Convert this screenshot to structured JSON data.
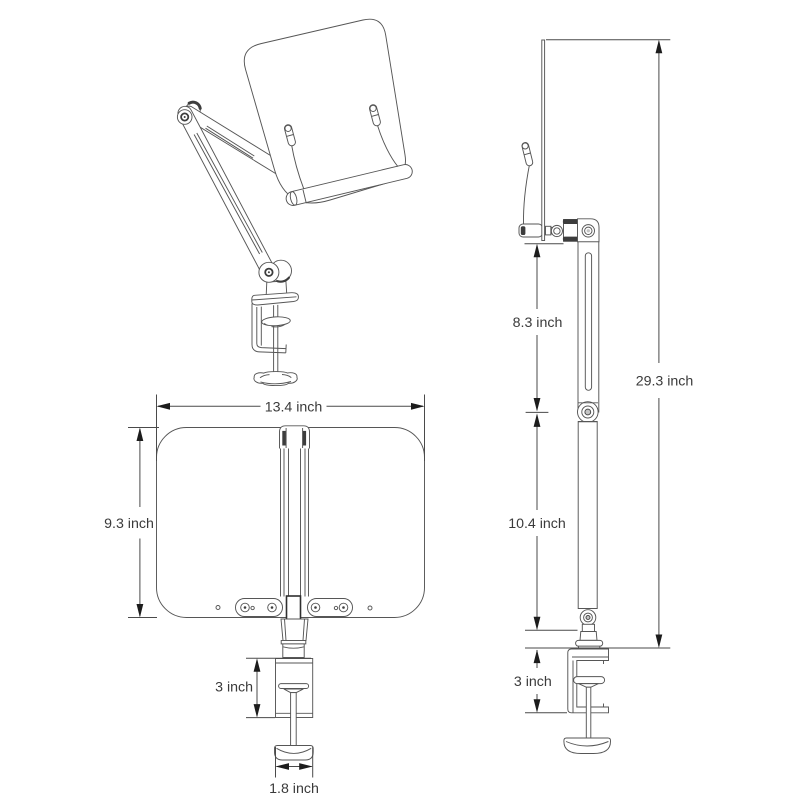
{
  "figure": {
    "description": "Line-art dimension diagram of an articulated clamp-on book stand shown in three views"
  },
  "views": {
    "perspective": {
      "parts": [
        "panel",
        "page-holder-wires",
        "ledge-tube",
        "head-link",
        "main-strut",
        "top-hinge",
        "elbow-joint",
        "riser",
        "c-clamp",
        "knob-disc",
        "screw-rod",
        "base-pad"
      ]
    },
    "front": {
      "parts": [
        "panel",
        "mount-bracket",
        "arm-rails",
        "hinge-block",
        "hinge-plates",
        "riser",
        "c-clamp",
        "knob-disc",
        "screw-rod",
        "base-pad"
      ]
    },
    "side": {
      "parts": [
        "panel-edge",
        "page-holder-wire",
        "ledge",
        "head-bracket",
        "upper-arm",
        "elbow-joint",
        "lower-arm",
        "base-joint",
        "riser-discs",
        "c-clamp",
        "knob-disc",
        "screw-rod",
        "base-pad"
      ]
    }
  },
  "dimensions": {
    "front_width": "13.4 inch",
    "front_height": "9.3 inch",
    "front_clamp_height": "3 inch",
    "front_base_width": "1.8 inch",
    "side_upper_arm": "8.3 inch",
    "side_lower_arm": "10.4 inch",
    "side_total_height": "29.3 inch",
    "side_clamp_height": "3 inch"
  },
  "colors": {
    "background": "#ffffff",
    "line": "#565656",
    "line_bold": "#2f2f2f",
    "dark_fill": "#3d3d3d",
    "dim_line": "#4a4a4a",
    "arrow": "#1c1c1c",
    "text": "#3a3a3a"
  }
}
